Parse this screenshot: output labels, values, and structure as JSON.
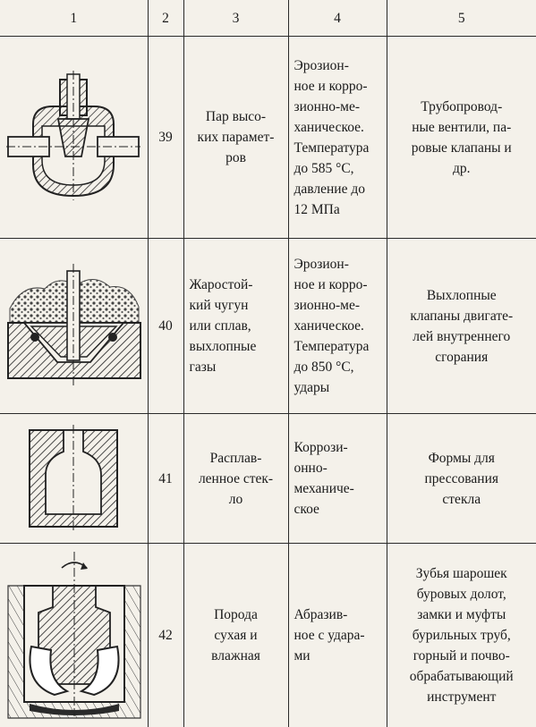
{
  "header": {
    "col1": "1",
    "col2": "2",
    "col3": "3",
    "col4": "4",
    "col5": "5"
  },
  "rows": [
    {
      "number": "39",
      "medium": "Пар высо-\nких парамет-\nров",
      "wear_type": "Эрозион-\nное и корро-\nзионно-ме-\nханическое.\nТемпература\nдо 585 °С,\nдавление до\n12 МПа",
      "application": "Трубопровод-\nные вентили, па-\nровые клапаны и\nдр.",
      "icon": "steam-valve-drawing-icon"
    },
    {
      "number": "40",
      "medium": "Жаростой-\nкий чугун\nили сплав,\nвыхлопные\nгазы",
      "wear_type": "Эрозион-\nное и корро-\nзионно-ме-\nханическое.\nТемпература\nдо 850 °С,\nудары",
      "application": "Выхлопные\nклапаны двигате-\nлей внутреннего\nсгорания",
      "icon": "exhaust-valve-drawing-icon"
    },
    {
      "number": "41",
      "medium": "Расплав-\nленное стек-\nло",
      "wear_type": "Коррози-\nонно-\nмеханиче-\nское",
      "application": "Формы для\nпрессования\nстекла",
      "icon": "glass-mold-drawing-icon"
    },
    {
      "number": "42",
      "medium": "Порода\nсухая и\nвлажная",
      "wear_type": "Абразив-\nное с ударa-\nми",
      "application": "Зубья шарошек\nбуровых долот,\nзамки и муфты\nбурильных труб,\nгорный и почво-\nобрабатывающий\nинструмент",
      "icon": "drill-bit-drawing-icon"
    }
  ]
}
